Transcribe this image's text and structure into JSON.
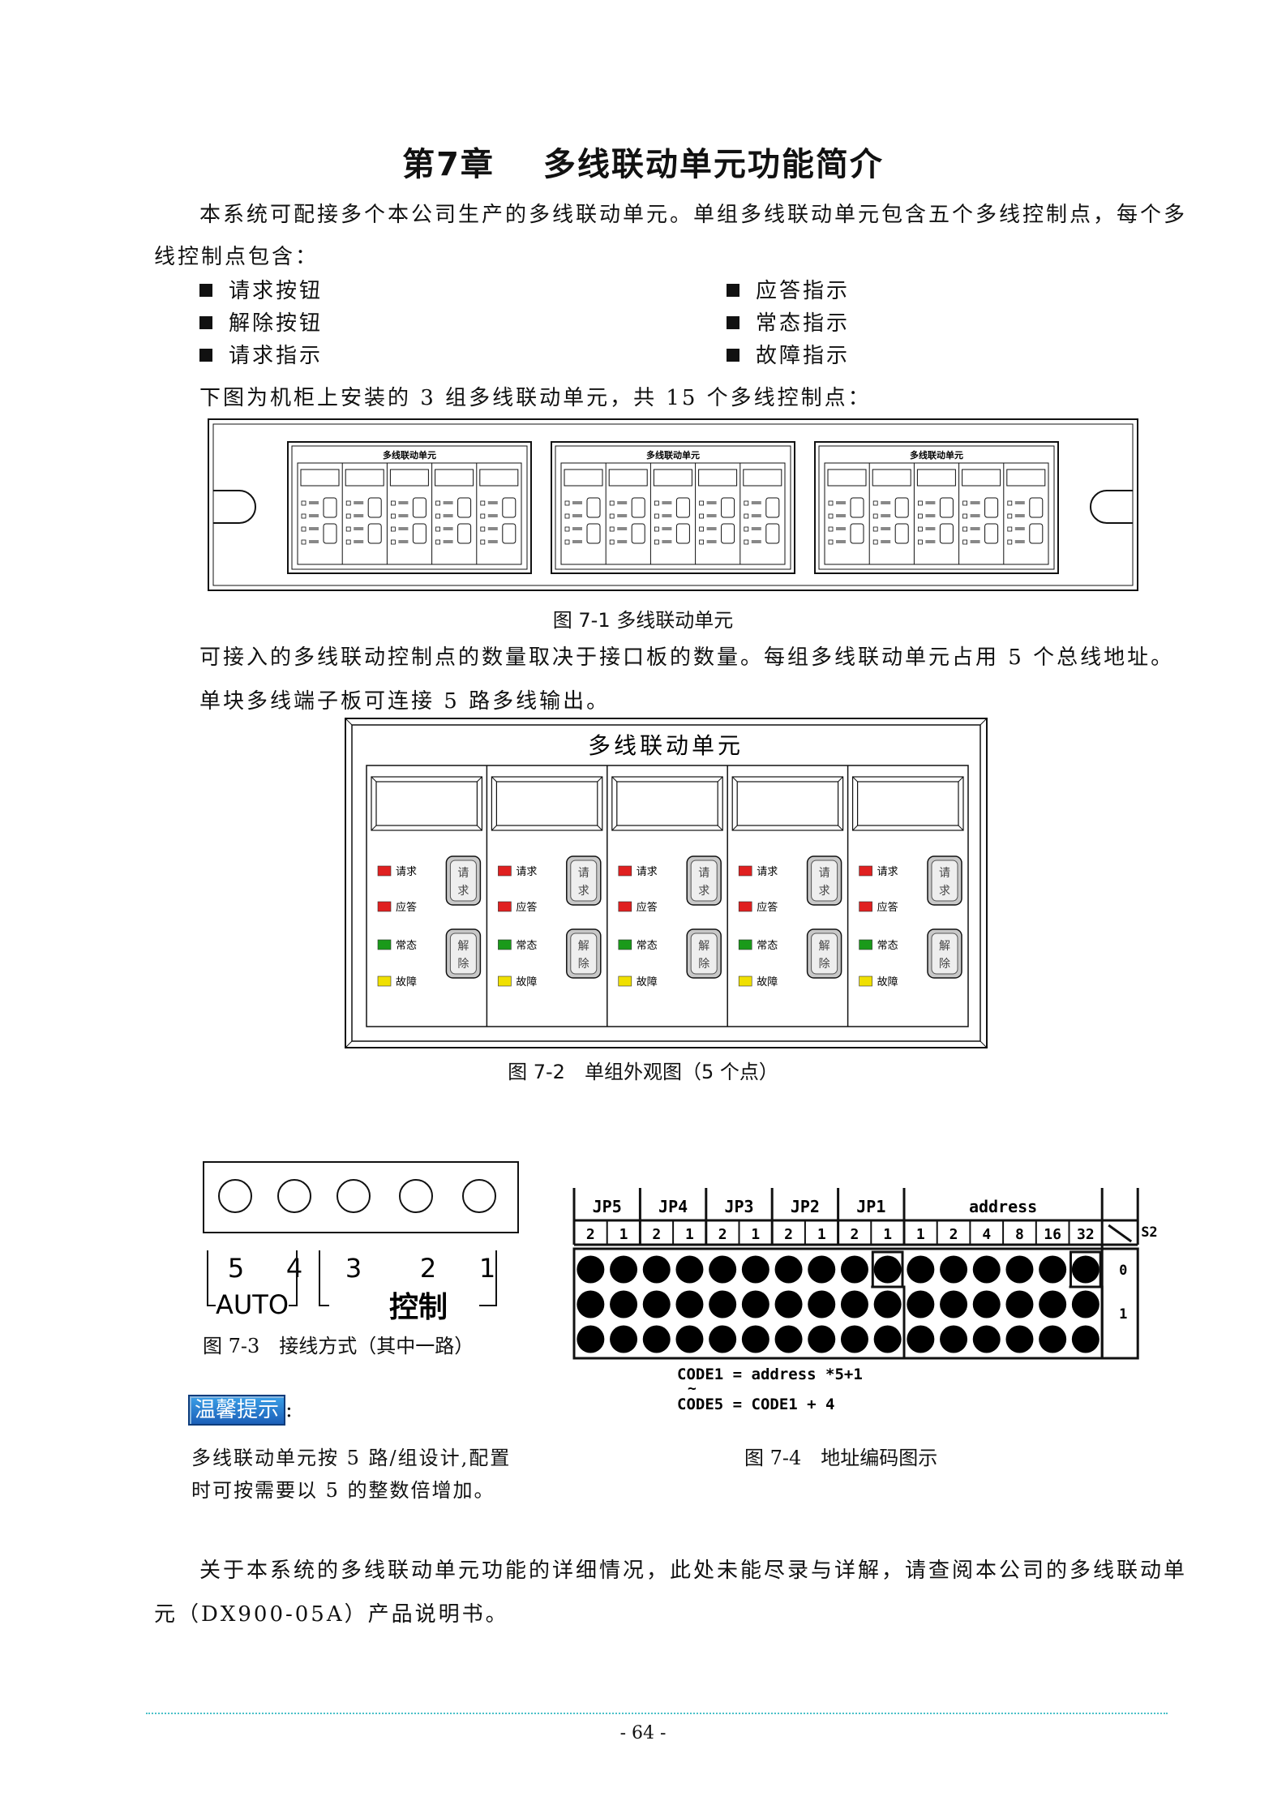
{
  "chapter_title": {
    "number": "第7章",
    "text": "多线联动单元功能简介"
  },
  "intro": {
    "line1": "本系统可配接多个本公司生产的多线联动单元。单组多线联动单元包含五个多线控制点，每个多",
    "line2": "线控制点包含："
  },
  "bullets_left": [
    "请求按钮",
    "解除按钮",
    "请求指示"
  ],
  "bullets_right": [
    "应答指示",
    "常态指示",
    "故障指示"
  ],
  "fig1_intro": "下图为机柜上安装的 3 组多线联动单元，共 15 个多线控制点：",
  "fig1": {
    "unit_title": "多线联动单元",
    "caption": "图 7-1 多线联动单元"
  },
  "fig2_intro": {
    "line1": "可接入的多线联动控制点的数量取决于接口板的数量。每组多线联动单元占用 5 个总线地址。",
    "line2": "单块多线端子板可连接 5 路多线输出。"
  },
  "fig2": {
    "title": "多线联动单元",
    "labels": {
      "request": "请求",
      "answer": "应答",
      "normal": "常态",
      "fault": "故障"
    },
    "btn_request": [
      "请",
      "求"
    ],
    "btn_release": [
      "解",
      "除"
    ],
    "colors": {
      "request": "#e02020",
      "answer": "#e02020",
      "normal": "#1a9a1a",
      "fault": "#f0e000"
    },
    "caption": "图 7-2　单组外观图（5 个点）"
  },
  "fig3": {
    "numbers": [
      "5",
      "4",
      "3",
      "2",
      "1"
    ],
    "auto_label": "AUTO",
    "control_label": "控制",
    "caption": "图 7-3　接线方式（其中一路）"
  },
  "fig4": {
    "jp_headers": [
      "JP5",
      "JP4",
      "JP3",
      "JP2",
      "JP1"
    ],
    "address_header": "address",
    "s2_label": "S2",
    "jp_bits": [
      "2",
      "1",
      "2",
      "1",
      "2",
      "1",
      "2",
      "1",
      "2",
      "1"
    ],
    "address_bits": [
      "1",
      "2",
      "4",
      "8",
      "16",
      "32"
    ],
    "row_labels": [
      "0",
      "1"
    ],
    "formula1": "CODE1 = address *5+1",
    "tilde": "~",
    "formula2": "CODE5 = CODE1 + 4",
    "caption": "图 7-4　地址编码图示"
  },
  "tip": {
    "badge": "温馨提示",
    "colon": ":",
    "line1": "多线联动单元按 5 路/组设计,配置",
    "line2": "时可按需要以 5 的整数倍增加。"
  },
  "closing": {
    "line1": "关于本系统的多线联动单元功能的详细情况，此处未能尽录与详解，请查阅本公司的多线联动单",
    "line2": "元（DX900-05A）产品说明书。"
  },
  "page_number": "- 64 -"
}
